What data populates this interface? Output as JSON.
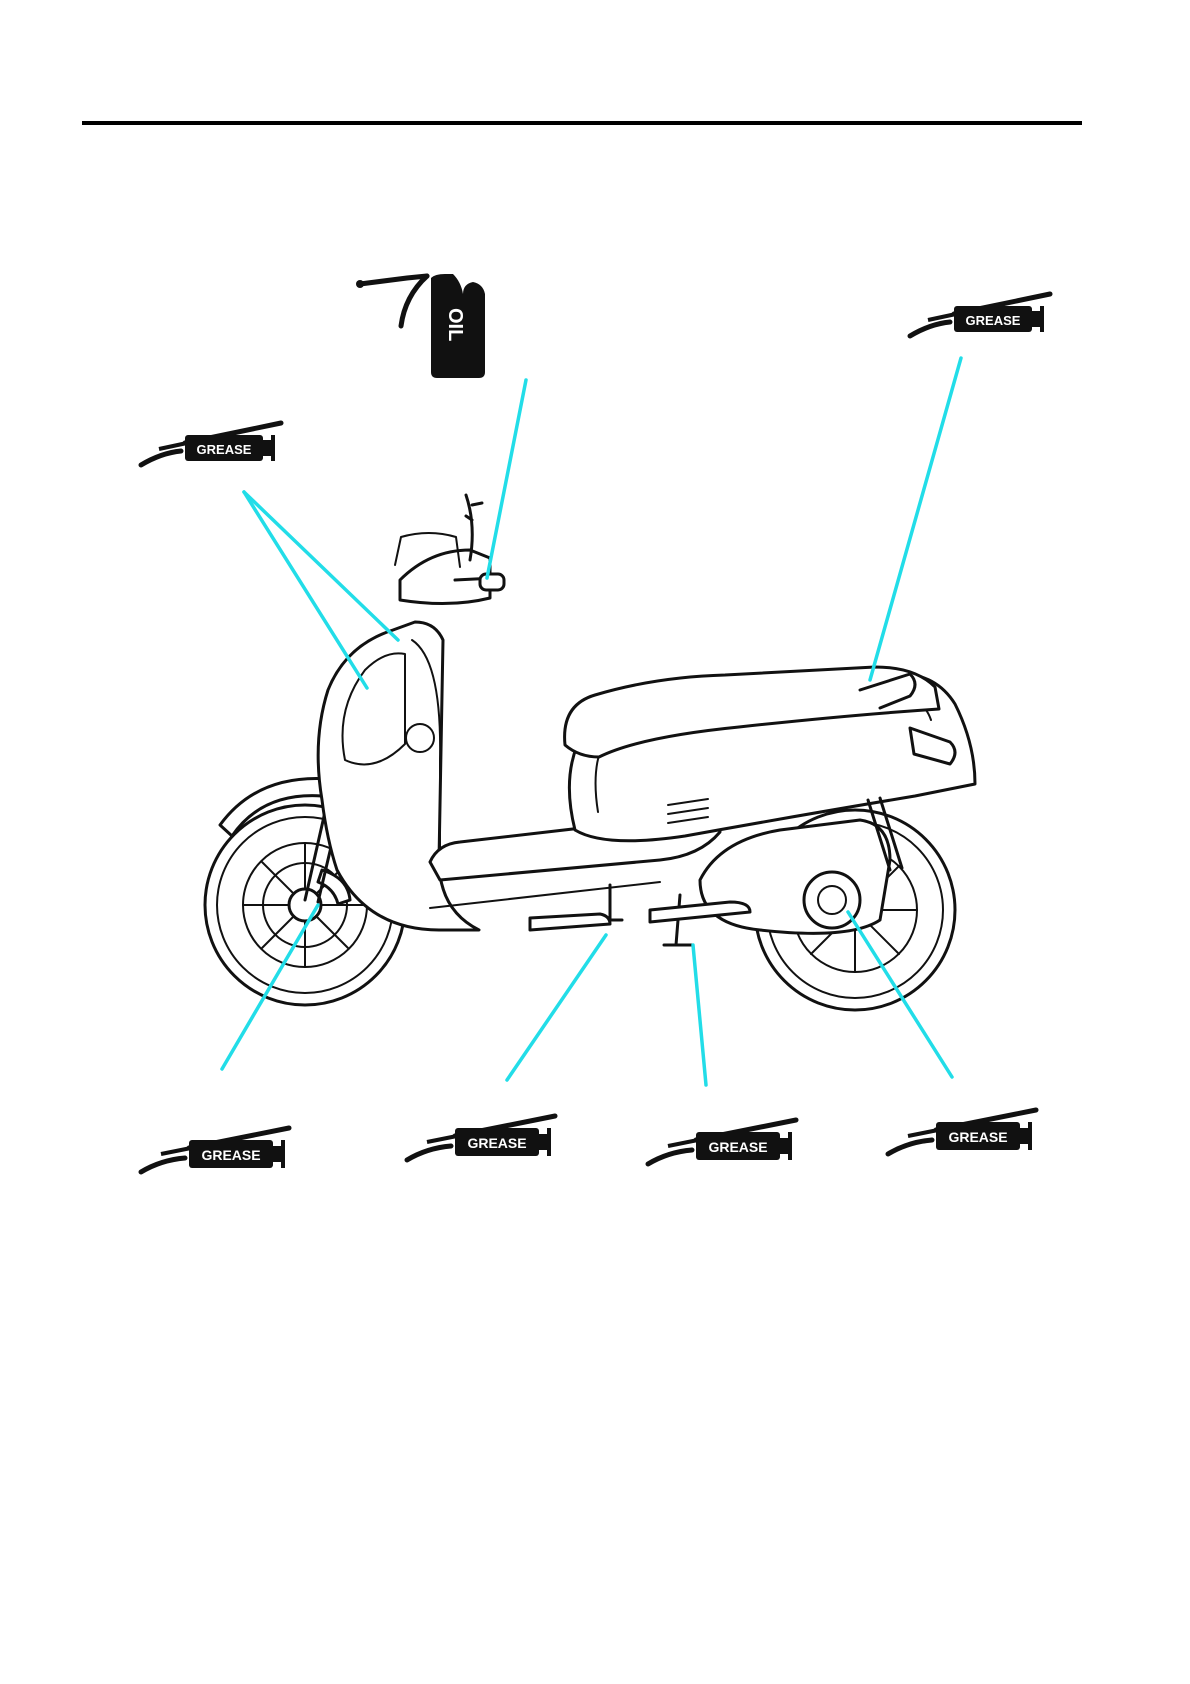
{
  "labels": {
    "oil": "OIL",
    "grease": "GREASE"
  },
  "icons": [
    {
      "name": "oil-can-icon",
      "type": "oil",
      "location": "handlebar-levers"
    },
    {
      "name": "grease-gun-icon",
      "type": "grease",
      "location": "front-steering-bearings"
    },
    {
      "name": "grease-gun-icon",
      "type": "grease",
      "location": "seat-hinge"
    },
    {
      "name": "grease-gun-icon",
      "type": "grease",
      "location": "front-wheel-hub"
    },
    {
      "name": "grease-gun-icon",
      "type": "grease",
      "location": "side-stand-pivot"
    },
    {
      "name": "grease-gun-icon",
      "type": "grease",
      "location": "centre-stand-pivot"
    },
    {
      "name": "grease-gun-icon",
      "type": "grease",
      "location": "rear-transmission"
    }
  ],
  "colors": {
    "leader_line": "#22dde8",
    "ink": "#000000",
    "paper": "#ffffff"
  }
}
